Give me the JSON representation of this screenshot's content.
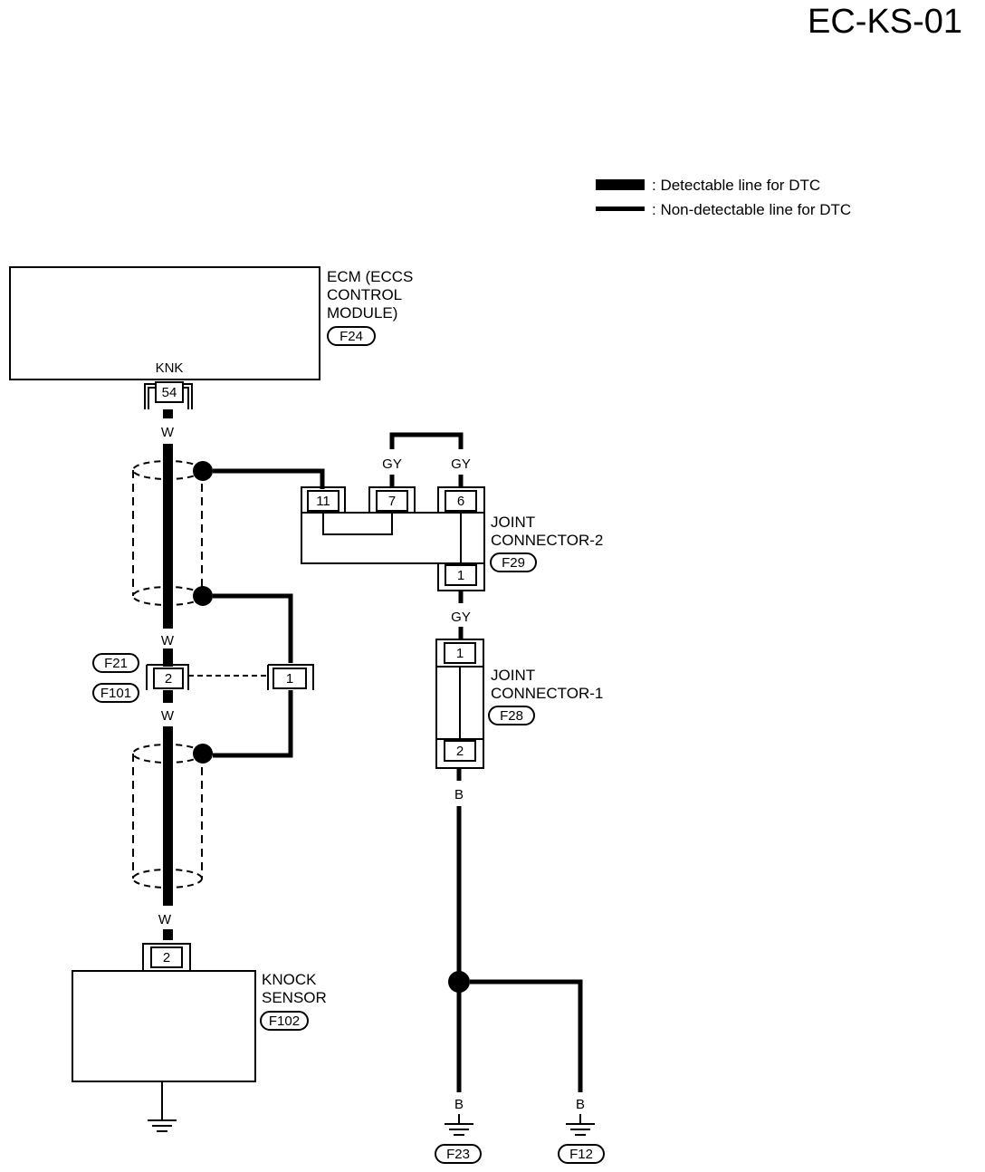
{
  "page_code": "EC-KS-01",
  "legend": {
    "detectable": ": Detectable line for DTC",
    "non_detectable": ": Non-detectable line for DTC"
  },
  "ecm": {
    "name_lines": [
      "ECM (ECCS",
      "CONTROL",
      "MODULE)"
    ],
    "connector": "F24",
    "terminal_label": "KNK",
    "pin": "54"
  },
  "joint_connector_2": {
    "name_lines": [
      "JOINT",
      "CONNECTOR-2"
    ],
    "connector": "F29",
    "pins": [
      "11",
      "7",
      "6",
      "1"
    ]
  },
  "joint_connector_1": {
    "name_lines": [
      "JOINT",
      "CONNECTOR-1"
    ],
    "connector": "F28",
    "pins": [
      "1",
      "2"
    ]
  },
  "inline_connector": {
    "refs": [
      "F21",
      "F101"
    ],
    "pin_left": "2",
    "pin_right": "1"
  },
  "knock_sensor": {
    "name_lines": [
      "KNOCK",
      "SENSOR"
    ],
    "connector": "F102",
    "pin": "2"
  },
  "wire_colors": {
    "w1": "W",
    "w2": "W",
    "w3": "W",
    "w4": "W",
    "gy7": "GY",
    "gy6": "GY",
    "gy_jc": "GY",
    "b1": "B",
    "b2": "B",
    "b3": "B"
  },
  "grounds": [
    "F23",
    "F12"
  ]
}
